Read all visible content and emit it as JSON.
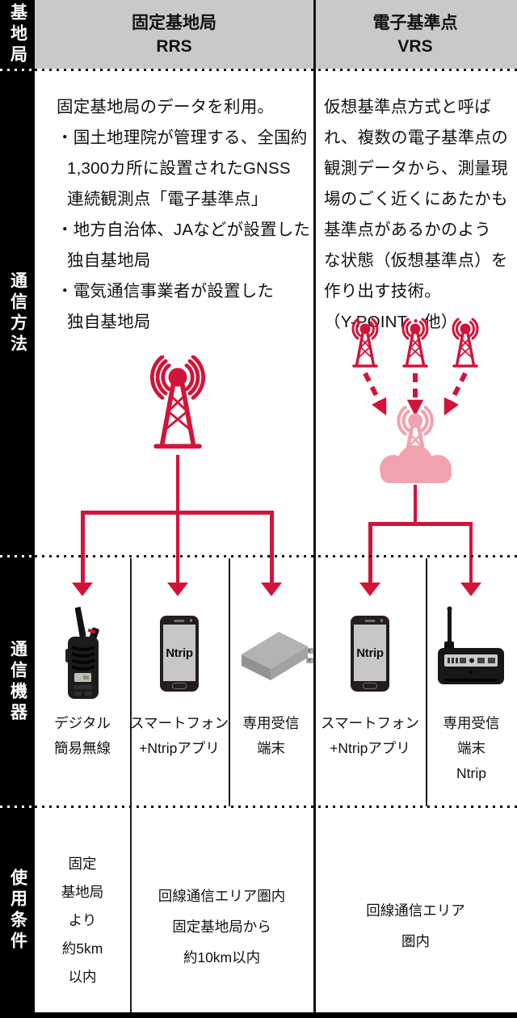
{
  "palette": {
    "accent_red": "#d2143a",
    "soft_pink": "#f0a3ae",
    "header_gray": "#c9c9c9",
    "sidebar_black": "#000000"
  },
  "sidebar": {
    "rows": [
      {
        "label": "基地局"
      },
      {
        "label": "通信方法"
      },
      {
        "label": "通信機器"
      },
      {
        "label": "使用条件"
      }
    ]
  },
  "header": {
    "rrs": {
      "title": "固定基地局",
      "code": "RRS"
    },
    "vrs": {
      "title": "電子基準点",
      "code": "VRS"
    }
  },
  "method": {
    "rrs_lines": [
      {
        "text": "固定基地局のデータを利用。",
        "indent": false
      },
      {
        "text": "・国土地理院が管理する、全国約",
        "indent": false
      },
      {
        "text": "1,300カ所に設置されたGNSS",
        "indent": true
      },
      {
        "text": "連続観測点「電子基準点」",
        "indent": true
      },
      {
        "text": "・地方自治体、JAなどが設置した",
        "indent": false
      },
      {
        "text": "独自基地局",
        "indent": true
      },
      {
        "text": "・電気通信事業者が設置した",
        "indent": false
      },
      {
        "text": "独自基地局",
        "indent": true
      }
    ],
    "vrs_lines": [
      "仮想基準点方式と呼ば",
      "れ、複数の電子基準点の",
      "観測データから、測量現",
      "場のごく近くにあたかも",
      "基準点があるかのよう",
      "な状態（仮想基準点）を",
      "作り出す技術。"
    ],
    "vrs_note": {
      "prefix": "（Y-POINT",
      "dot": "・",
      "suffix": "他）"
    }
  },
  "devices": {
    "rrs": [
      {
        "label_lines": [
          "デジタル",
          "簡易無線"
        ]
      },
      {
        "label_lines": [
          "スマートフォン",
          "+Ntripアプリ"
        ],
        "screen": "Ntrip"
      },
      {
        "label_lines": [
          "専用受信",
          "端末"
        ]
      }
    ],
    "vrs": [
      {
        "label_lines": [
          "スマートフォン",
          "+Ntripアプリ"
        ],
        "screen": "Ntrip"
      },
      {
        "label_lines": [
          "専用受信",
          "端末",
          "Ntrip"
        ]
      }
    ]
  },
  "conditions": {
    "rrs_radio": [
      "固定",
      "基地局",
      "より",
      "約5km",
      "以内"
    ],
    "rrs_network": [
      "回線通信エリア圏内",
      "固定基地局から",
      "約10km以内"
    ],
    "vrs": [
      "回線通信エリア",
      "圏内"
    ]
  }
}
